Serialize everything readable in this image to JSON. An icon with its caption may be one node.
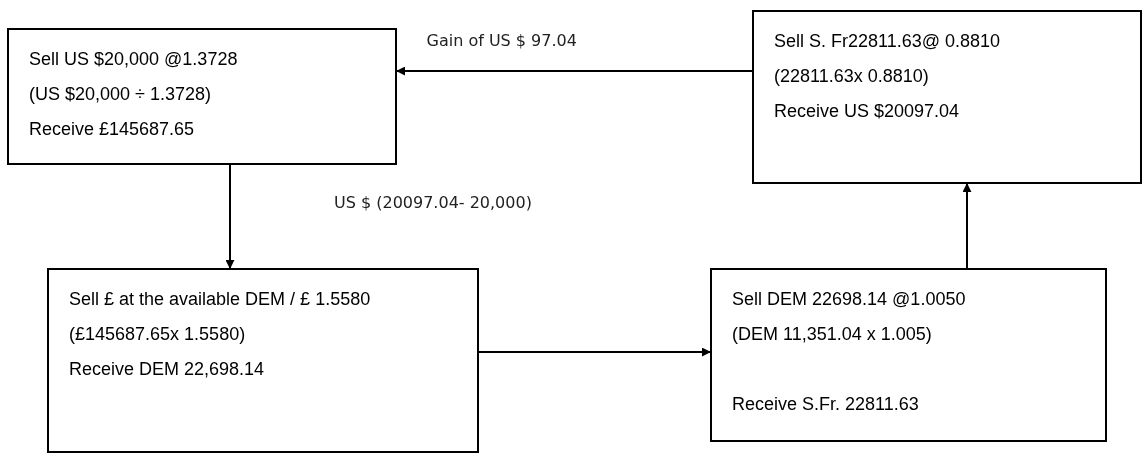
{
  "diagram": {
    "nodes": [
      {
        "text": [
          "Sell US $20,000 @1.3728",
          "(US $20,000 ÷ 1.3728)",
          "Receive £145687.65"
        ]
      },
      {
        "text": [
          "Sell S. Fr22811.63@ 0.8810",
          "(22811.63x 0.8810)",
          "Receive US $20097.04"
        ]
      },
      {
        "text": [
          "Sell £ at the available DEM / £ 1.5580",
          "(£145687.65x 1.5580)",
          "Receive DEM 22,698.14"
        ]
      },
      {
        "text": [
          "Sell DEM 22698.14 @1.0050",
          "(DEM 11,351.04 x 1.005)",
          "Receive S.Fr. 22811.63"
        ]
      }
    ],
    "edges": [
      {
        "from": 0,
        "to": 2,
        "arrow": "to"
      },
      {
        "from": 2,
        "to": 3,
        "arrow": "to"
      },
      {
        "from": 3,
        "to": 1,
        "arrow": "to"
      },
      {
        "from": 1,
        "to": 0,
        "arrow": "to",
        "label": "Gain of US $ 97.04"
      }
    ],
    "labels": [
      "US $ (20097.04- 20,000)"
    ]
  }
}
